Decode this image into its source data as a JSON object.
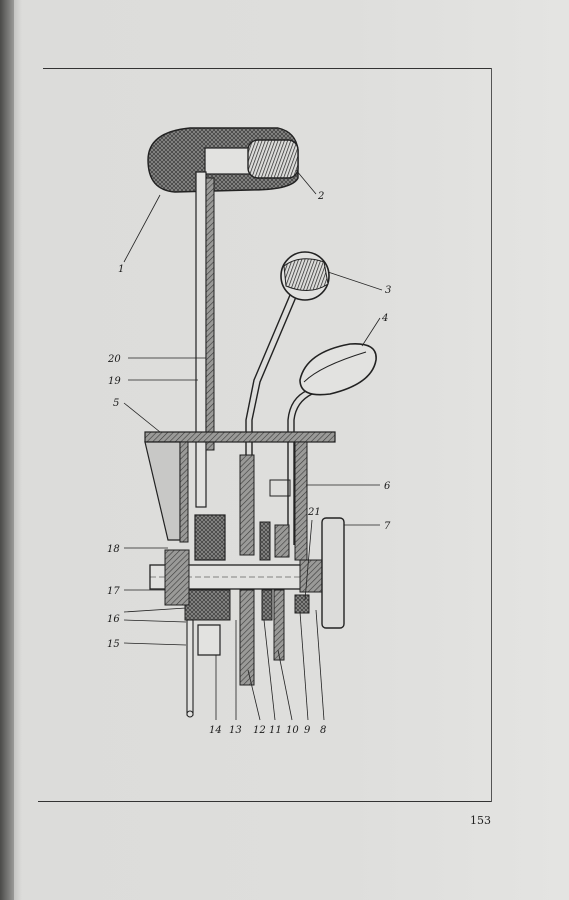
{
  "page": {
    "number": "153"
  },
  "diagram": {
    "labels": [
      "1",
      "2",
      "3",
      "4",
      "5",
      "6",
      "7",
      "8",
      "9",
      "10",
      "11",
      "12",
      "13",
      "14",
      "15",
      "16",
      "17",
      "18",
      "19",
      "20",
      "21"
    ]
  }
}
